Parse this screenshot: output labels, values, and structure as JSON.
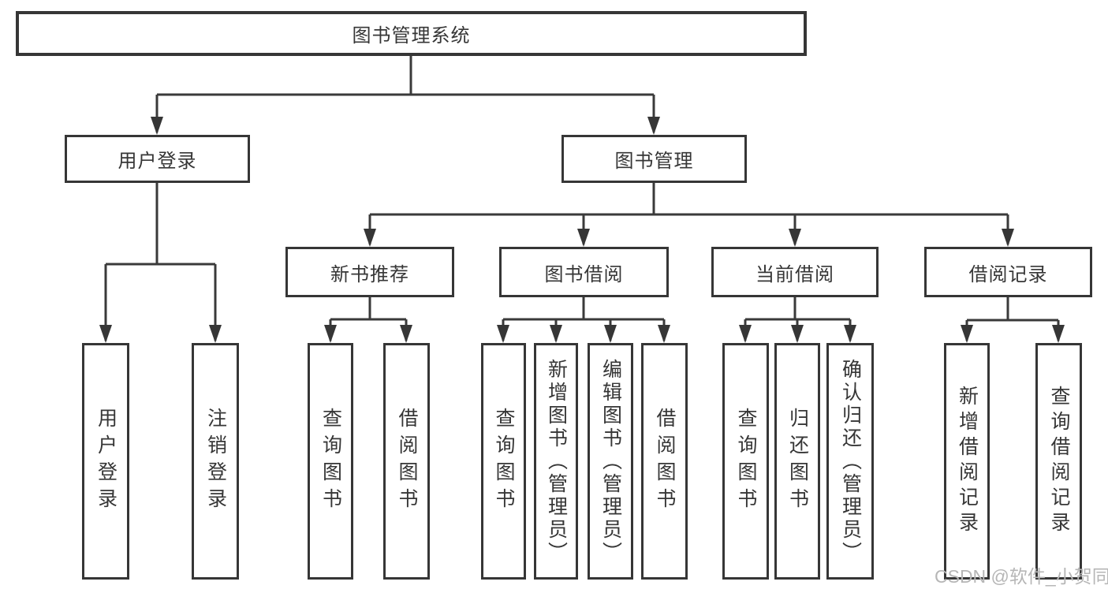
{
  "diagram": {
    "type": "hierarchy-tree",
    "tree": {
      "root": "图书管理系统",
      "branches": [
        {
          "label": "用户登录",
          "leaves": [
            "用户登录",
            "注销登录"
          ]
        },
        {
          "label": "图书管理",
          "groups": [
            {
              "label": "新书推荐",
              "leaves": [
                "查询图书",
                "借阅图书"
              ]
            },
            {
              "label": "图书借阅",
              "leaves": [
                "查询图书",
                "新增图书（管理员）",
                "编辑图书（管理员）",
                "借阅图书"
              ]
            },
            {
              "label": "当前借阅",
              "leaves": [
                "查询图书",
                "归还图书",
                "确认归还（管理员）"
              ]
            },
            {
              "label": "借阅记录",
              "leaves": [
                "新增借阅记录",
                "查询借阅记录"
              ]
            }
          ]
        }
      ]
    },
    "colors": {
      "border": "#363636",
      "line": "#3a3a3a",
      "text": "#363636",
      "background": "#ffffff",
      "watermark": "#b6b6b6"
    }
  },
  "watermark": {
    "text": "CSDN @软件_小贺同学"
  }
}
